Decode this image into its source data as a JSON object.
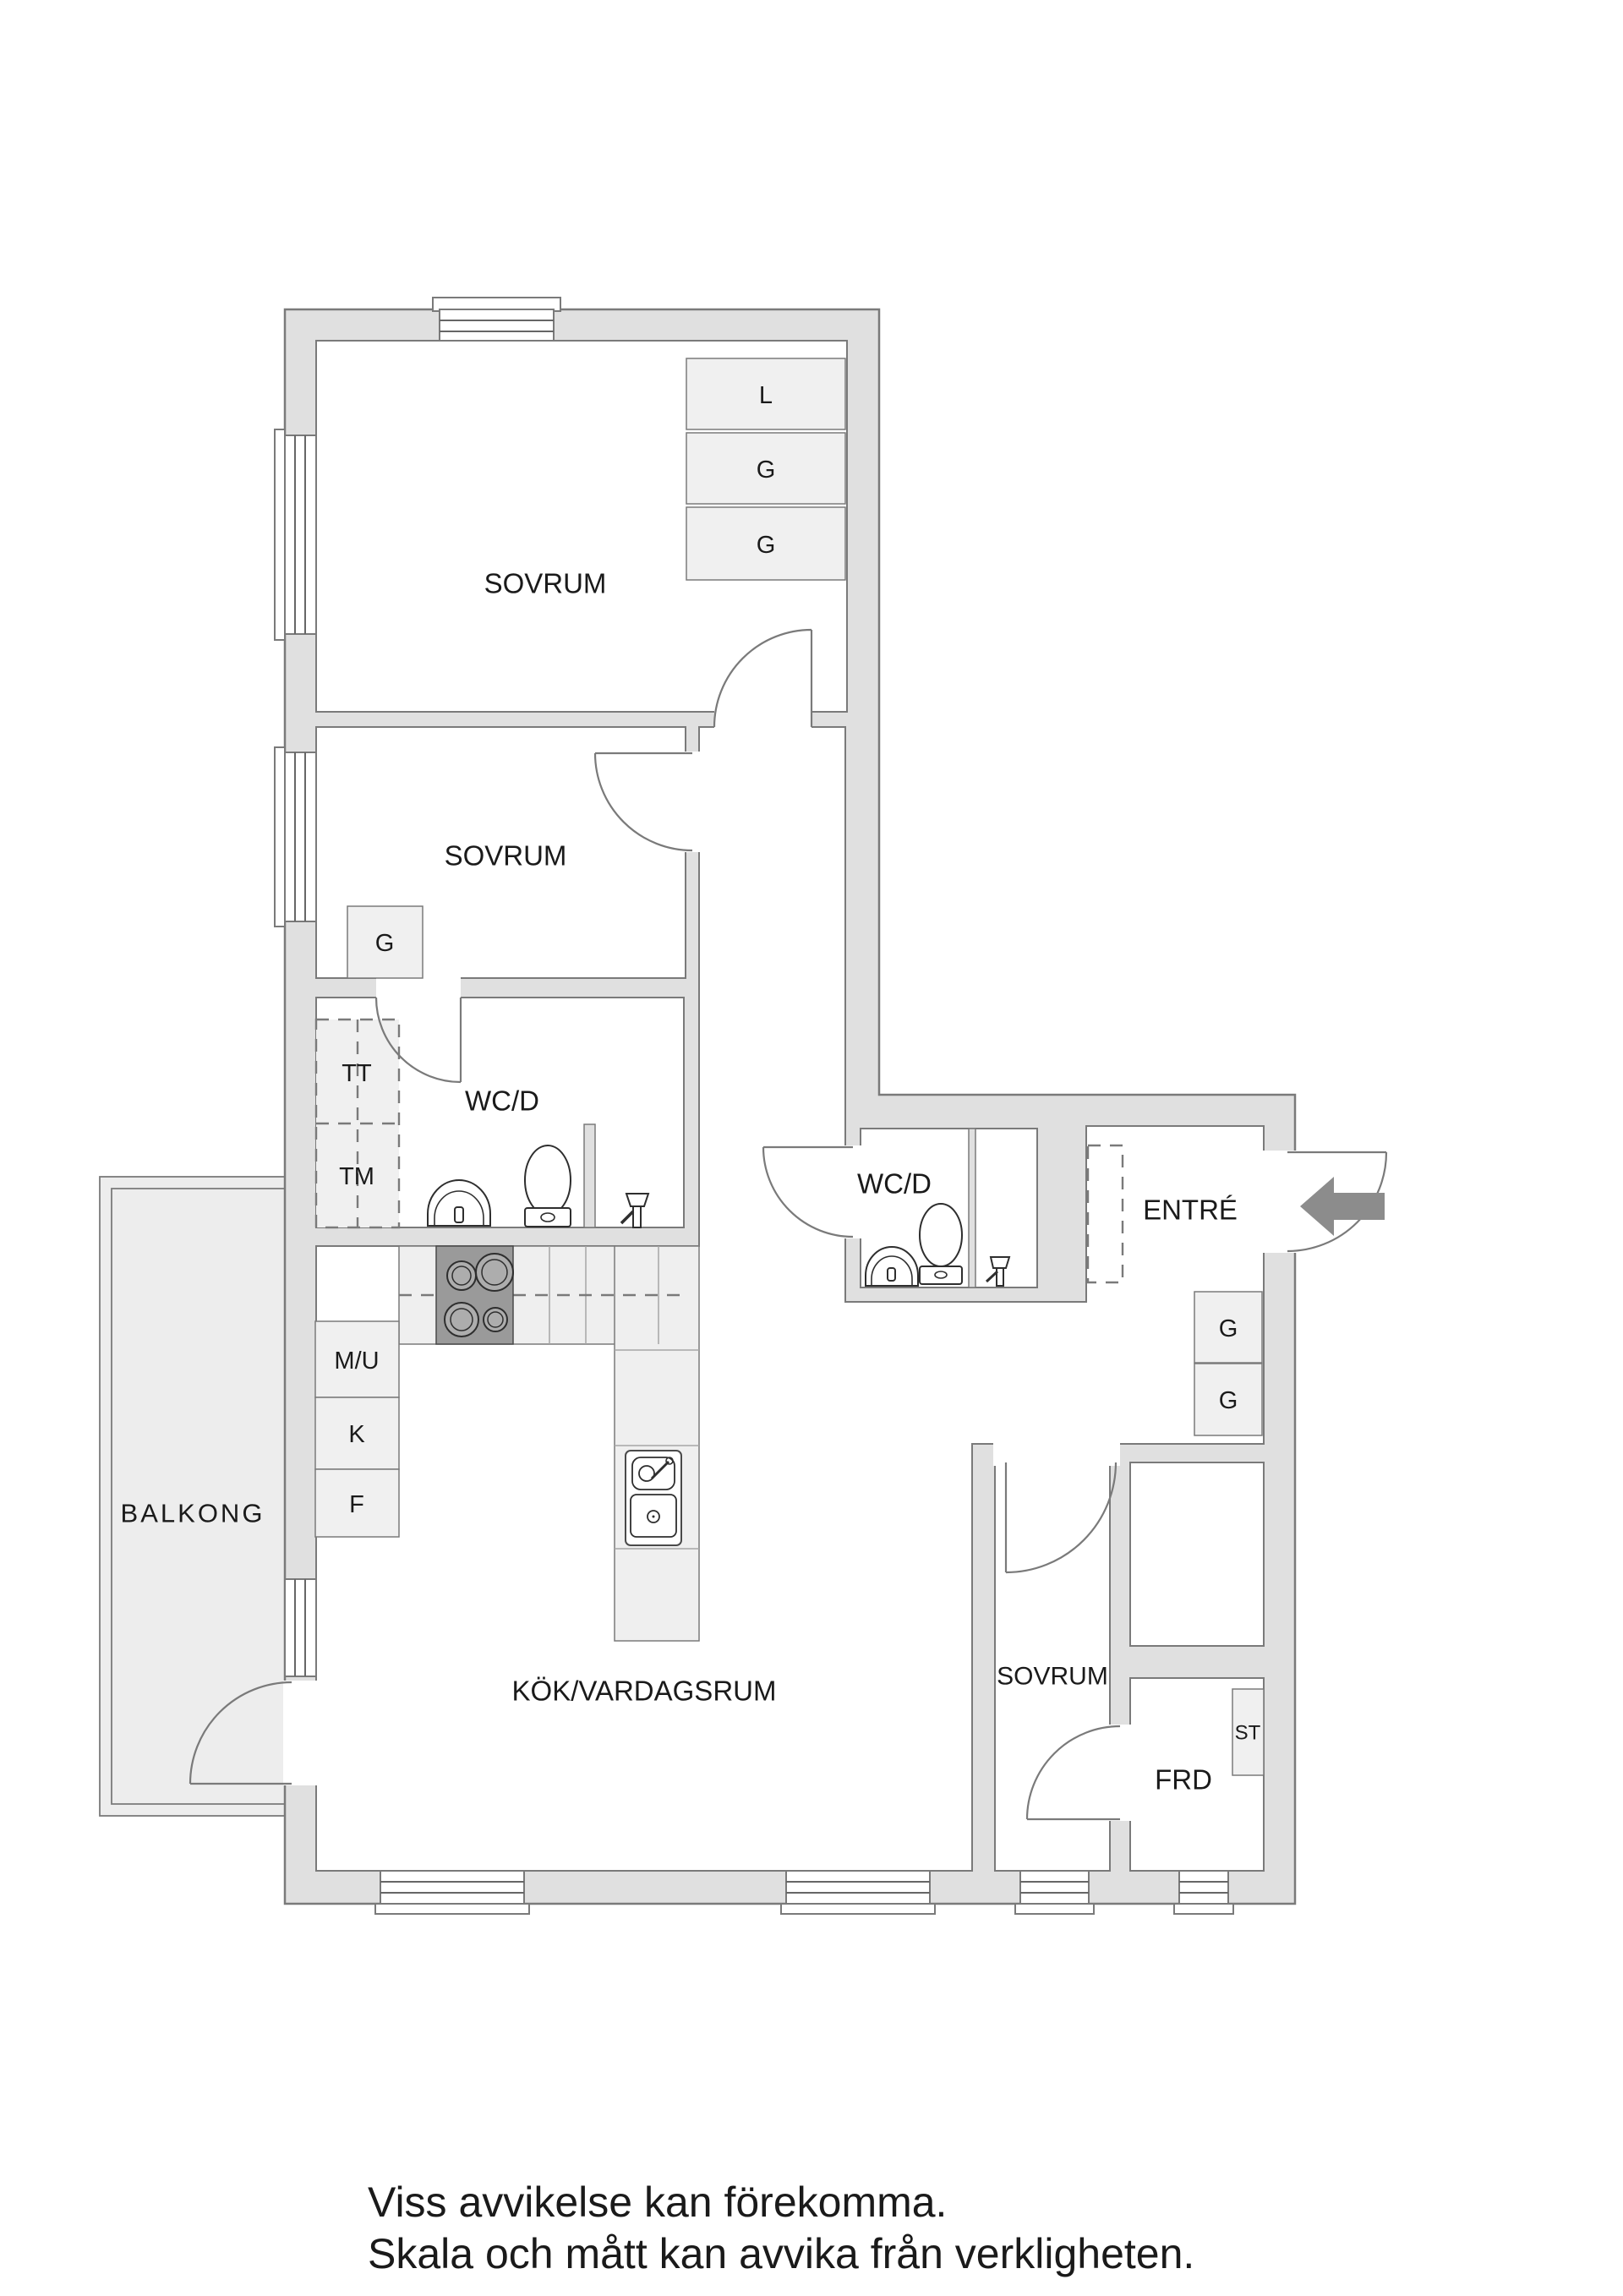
{
  "floorplan": {
    "colors": {
      "wall_fill": "#e0e0e0",
      "wall_stroke": "#7a7a7a",
      "room_fill": "#ffffff",
      "closet_fill": "#f0f0f0",
      "balcony_fill": "#ededed",
      "stove_fill": "#9a9a9a",
      "entry_arrow": "#8c8c8c"
    },
    "rooms": {
      "bedroom_top": "SOVRUM",
      "bedroom_middle": "SOVRUM",
      "bedroom_right": "SOVRUM",
      "bathroom_left": "WC/D",
      "bathroom_right": "WC/D",
      "entry": "ENTRÉ",
      "balcony": "BALKONG",
      "kitchen_living": "KÖK/VARDAGSRUM",
      "storage": "FRD"
    },
    "closets": {
      "linen": "L",
      "wardrobe": "G",
      "cleaning": "ST"
    },
    "appliances": {
      "tumble_dryer": "TT",
      "washing_machine": "TM",
      "micro_oven": "M/U",
      "fridge": "K",
      "freezer": "F"
    }
  },
  "disclaimer": {
    "line1": "Viss avvikelse kan förekomma.",
    "line2": "Skala och mått kan avvika från verkligheten."
  }
}
